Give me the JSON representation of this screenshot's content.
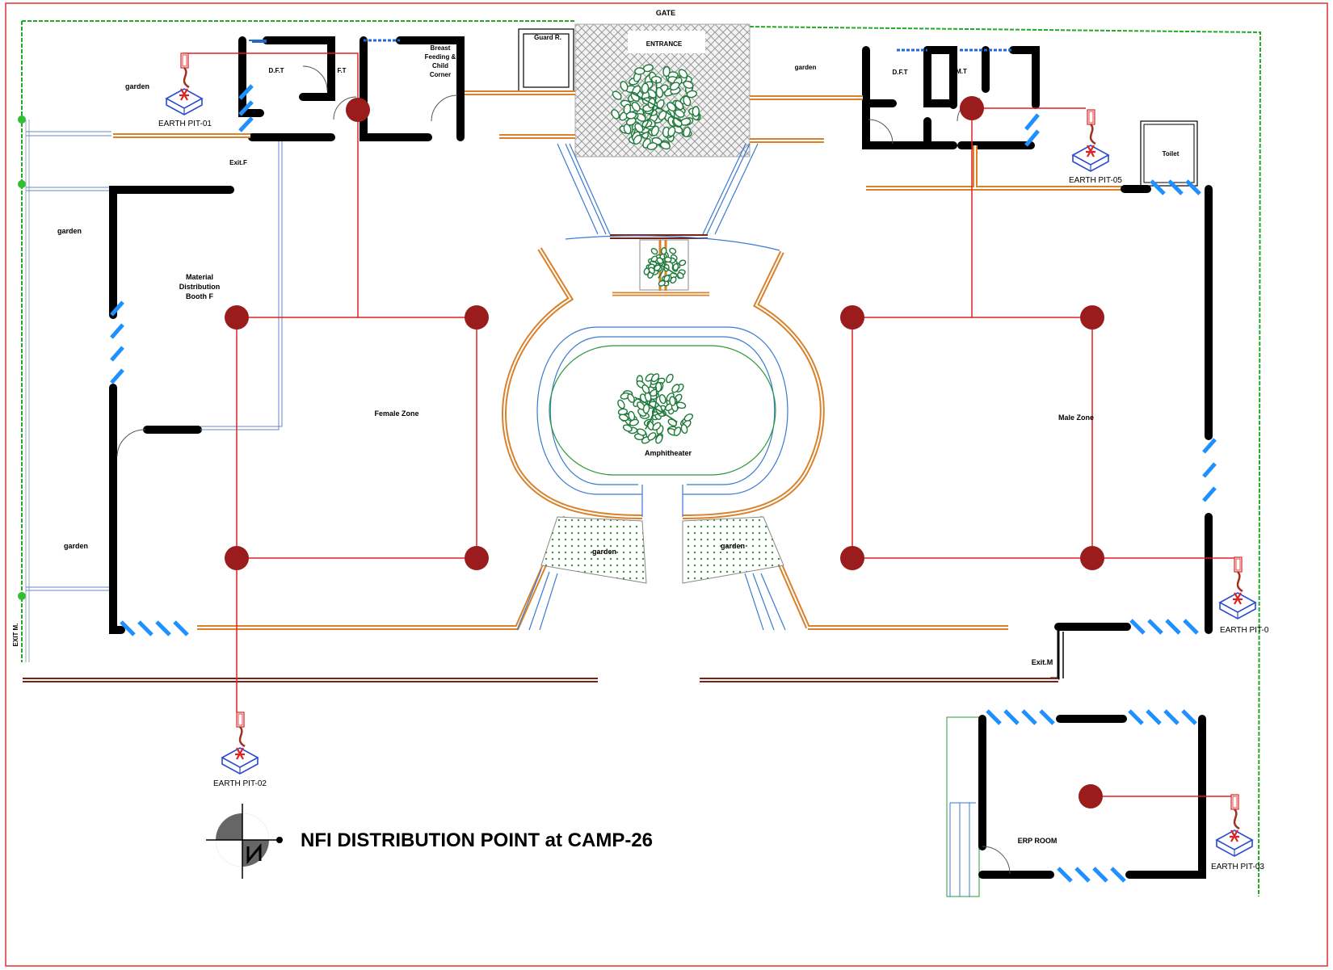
{
  "title": "NFI DISTRIBUTION POINT at CAMP-26",
  "labels": {
    "gate": "GATE",
    "entrance": "ENTRANCE",
    "guard_room": "Guard R.",
    "breast_feeding_1": "Breast",
    "breast_feeding_2": "Feeding &",
    "breast_feeding_3": "Child",
    "breast_feeding_4": "Corner",
    "dft_left": "D.F.T",
    "ft": "F.T",
    "dft_right": "D.F.T",
    "mt": "M.T",
    "toilet": "Toilet",
    "garden_top_left": "garden",
    "garden_top_right": "garden",
    "garden_left_mid": "garden",
    "garden_left_bottom": "garden",
    "garden_amph_left": "garden",
    "garden_amph_right": "garden",
    "exit_f": "Exit.F",
    "exit_m_vertical": "EXIT M.",
    "exit_m": "Exit.M",
    "material_1": "Material",
    "material_2": "Distribution",
    "material_3": "Booth F",
    "female_zone": "Female Zone",
    "male_zone": "Male Zone",
    "amphitheater": "Amphitheater",
    "erp_room": "ERP ROOM",
    "earth_pit_01": "EARTH PIT-01",
    "earth_pit_02": "EARTH PIT-02",
    "earth_pit_03": "EARTH PIT-03",
    "earth_pit_04": "EARTH PIT-0",
    "earth_pit_05": "EARTH PIT-05"
  },
  "colors": {
    "wall": "#000000",
    "orange_wall": "#d9822b",
    "blue_window": "#1e90ff",
    "earthing_line": "#e02020",
    "earth_node": "#9b1c1c",
    "boundary": "#22aa22",
    "border": "#e03030",
    "brown_wall": "#7a2418",
    "tree": "#1e7a3a"
  },
  "icons": {
    "north_arrow": "north-arrow-icon",
    "earth_pit": "earth-pit-icon",
    "tree": "tree-icon"
  }
}
